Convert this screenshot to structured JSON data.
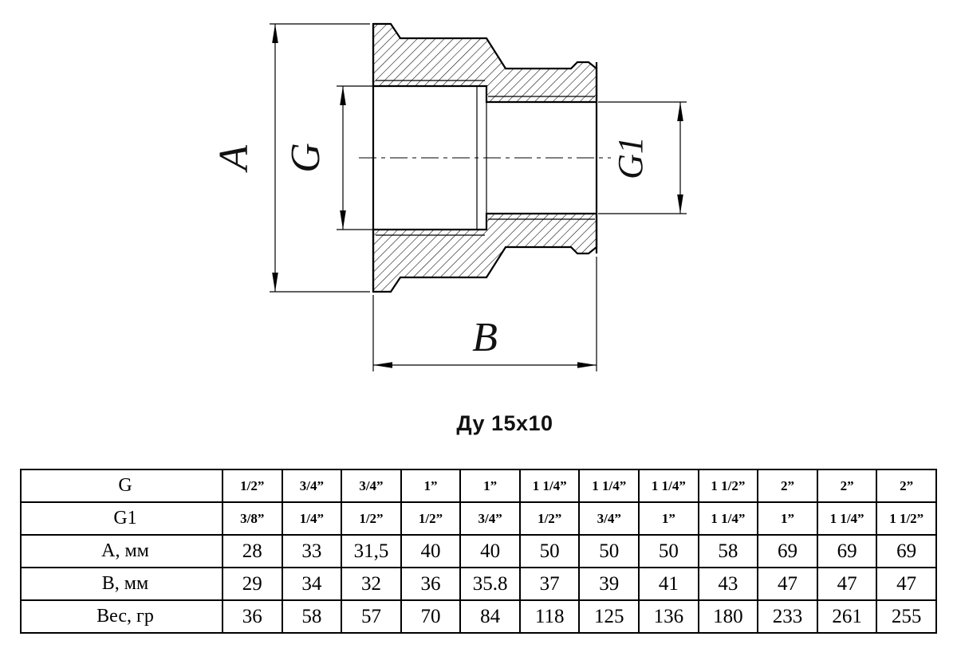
{
  "drawing": {
    "caption": "Ду 15x10",
    "dim_labels": {
      "A": "A",
      "G": "G",
      "G1": "G1",
      "B": "B"
    }
  },
  "table": {
    "rows": [
      {
        "label": "G",
        "style": "fraction",
        "values": [
          "1/2”",
          "3/4”",
          "3/4”",
          "1”",
          "1”",
          "1 1/4”",
          "1 1/4”",
          "1 1/4”",
          "1 1/2”",
          "2”",
          "2”",
          "2”"
        ]
      },
      {
        "label": "G1",
        "style": "fraction",
        "values": [
          "3/8”",
          "1/4”",
          "1/2”",
          "1/2”",
          "3/4”",
          "1/2”",
          "3/4”",
          "1”",
          "1 1/4”",
          "1”",
          "1 1/4”",
          "1 1/2”"
        ]
      },
      {
        "label": "А, мм",
        "style": "number",
        "values": [
          "28",
          "33",
          "31,5",
          "40",
          "40",
          "50",
          "50",
          "50",
          "58",
          "69",
          "69",
          "69"
        ]
      },
      {
        "label": "В, мм",
        "style": "number",
        "values": [
          "29",
          "34",
          "32",
          "36",
          "35.8",
          "37",
          "39",
          "41",
          "43",
          "47",
          "47",
          "47"
        ]
      },
      {
        "label": "Вес, гр",
        "style": "number",
        "values": [
          "36",
          "58",
          "57",
          "70",
          "84",
          "118",
          "125",
          "136",
          "180",
          "233",
          "261",
          "255"
        ]
      }
    ]
  }
}
